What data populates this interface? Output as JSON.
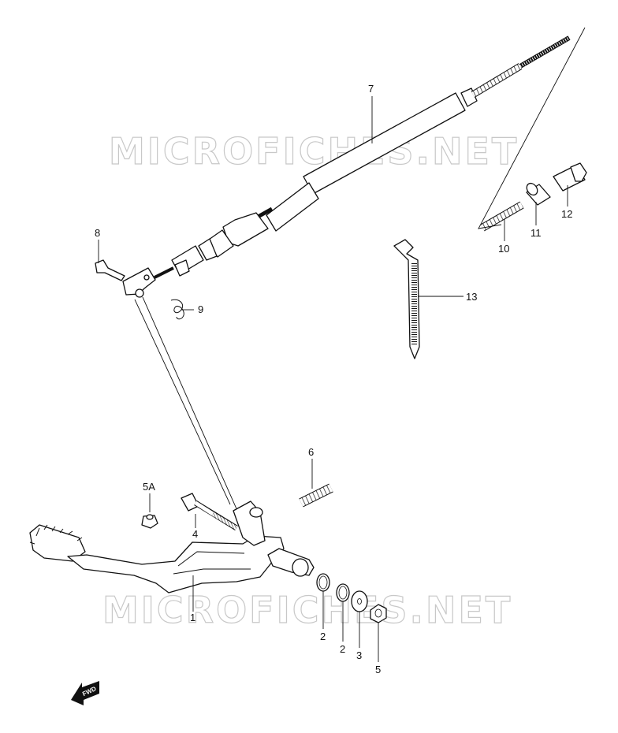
{
  "watermark": "MICROFICHES.NET",
  "direction_badge": "FWD",
  "callouts": {
    "p1": "1",
    "p2a": "2",
    "p2b": "2",
    "p3": "3",
    "p4": "4",
    "p5": "5",
    "p5a": "5A",
    "p6": "6",
    "p7": "7",
    "p8": "8",
    "p9": "9",
    "p10": "10",
    "p11": "11",
    "p12": "12",
    "p13": "13"
  }
}
